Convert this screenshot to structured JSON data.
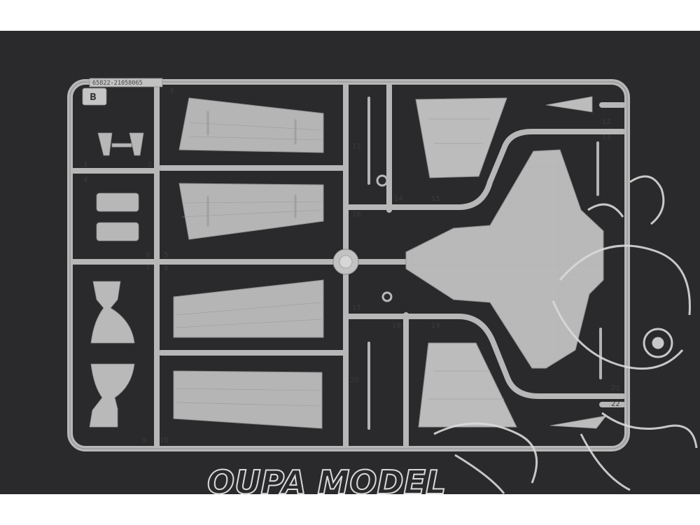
{
  "photo": {
    "colors": {
      "background": "#ffffff",
      "mat": "#2a2a2c",
      "plastic": "#b7b7b7",
      "plastic_dark": "#9c9c9c",
      "watermark": "#d9d9d9"
    },
    "sprue": {
      "letter": "B",
      "code": "65822-21058065",
      "part_numbers": [
        "1",
        "2",
        "3",
        "4",
        "5",
        "6",
        "7",
        "8",
        "9",
        "10",
        "11",
        "12",
        "13",
        "14",
        "15",
        "16",
        "17",
        "18",
        "19",
        "20",
        "21",
        "22"
      ]
    },
    "watermark": {
      "text": "OUPA MODEL",
      "mascot": "hedgehog-mascot-icon"
    }
  }
}
